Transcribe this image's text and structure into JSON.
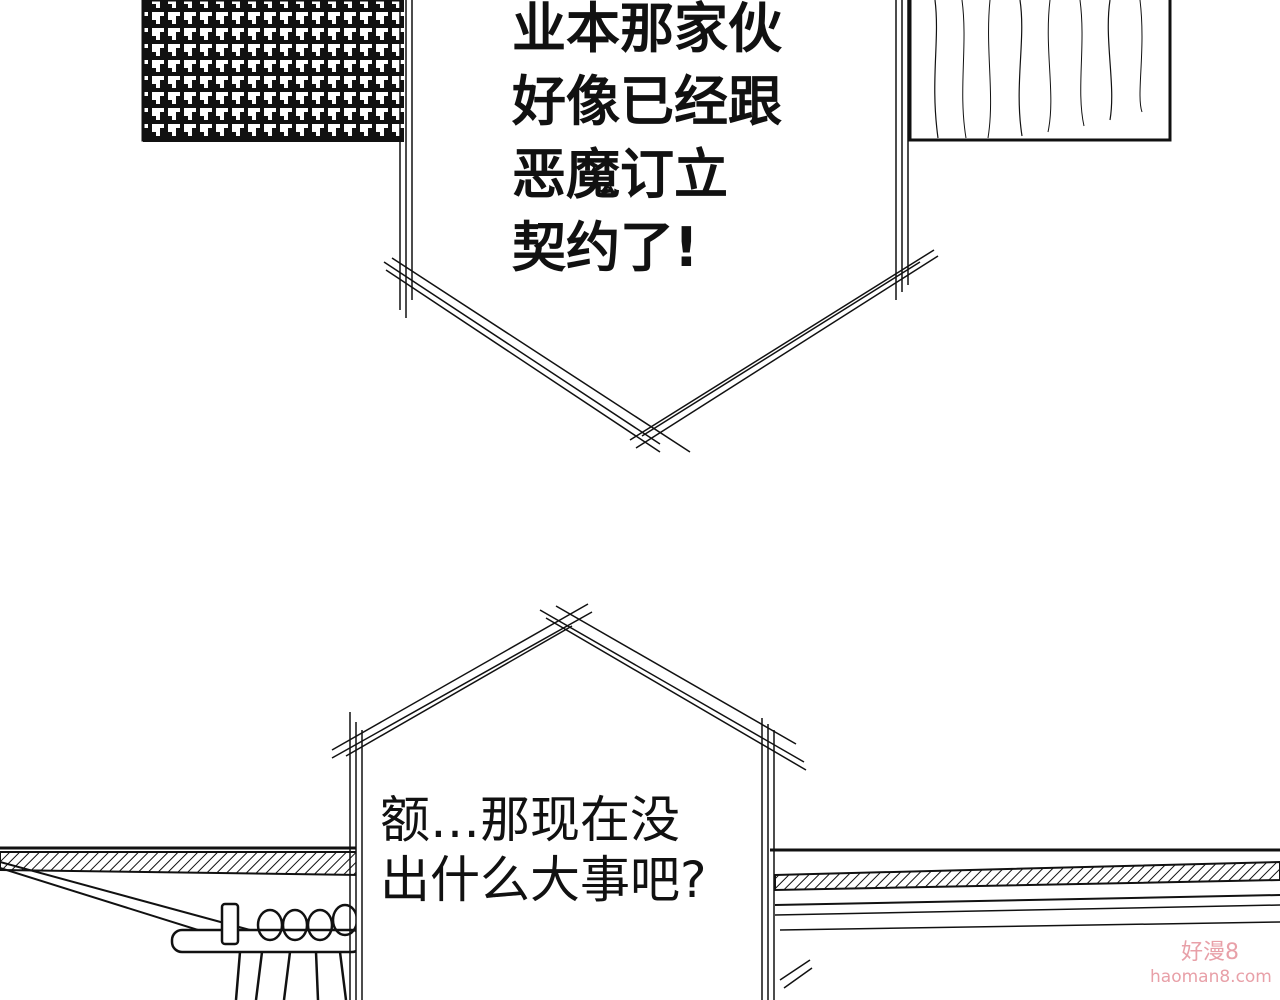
{
  "top_bubble": {
    "lines": [
      "业本那家伙",
      "好像已经跟",
      "恶魔订立",
      "契约了!"
    ]
  },
  "bottom_bubble": {
    "lines": [
      "额…那现在没",
      "出什么大事吧?"
    ]
  },
  "watermark": {
    "name": "好漫8",
    "url": "haoman8.com"
  },
  "colors": {
    "ink": "#111111",
    "paper": "#ffffff",
    "watermark": "#e8a0a8"
  }
}
